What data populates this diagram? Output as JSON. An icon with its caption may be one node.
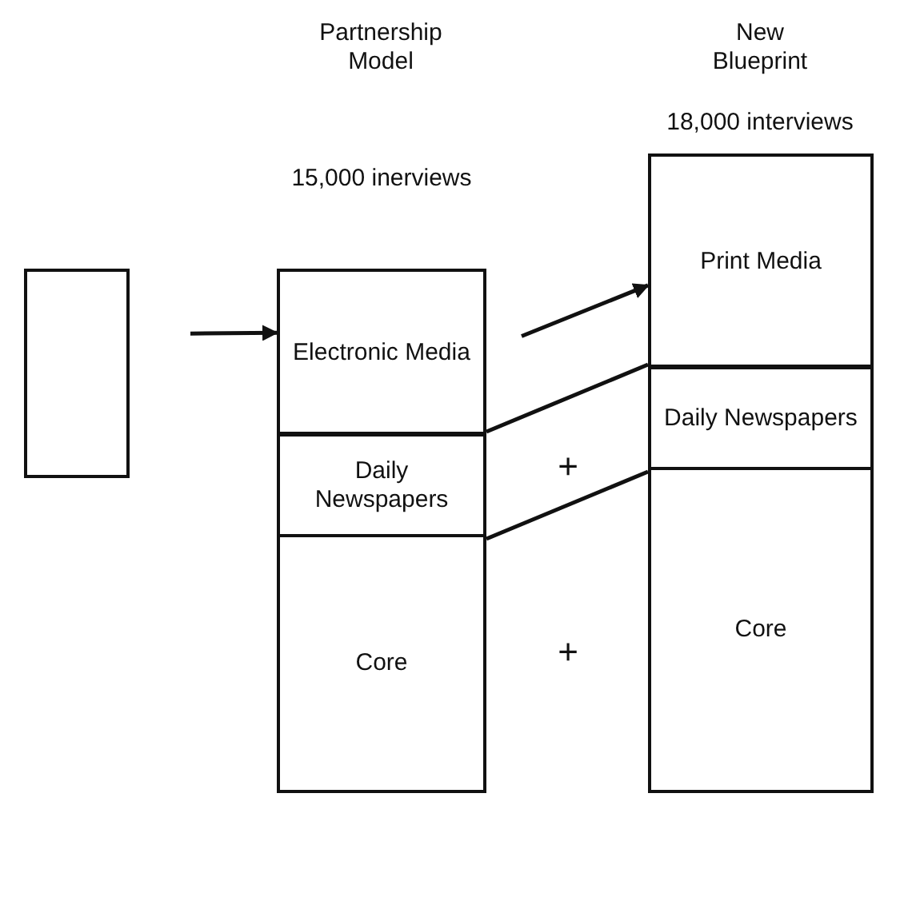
{
  "diagram": {
    "nodes": [
      {
        "text": [],
        "shape": "box"
      },
      {
        "text": [
          "Electronic Media"
        ]
      },
      {
        "text": [
          "Daily Newspapers"
        ]
      },
      {
        "text": [
          "Core"
        ]
      },
      {
        "text": [
          "Print Media"
        ]
      },
      {
        "text": [
          "Daily Newspapers"
        ]
      },
      {
        "text": [
          "Core"
        ]
      }
    ],
    "edges": [
      {
        "from": 0,
        "to": 1,
        "arrow": "to"
      },
      {
        "from": 1,
        "to": 4,
        "arrow": "to"
      },
      {
        "from": 2,
        "to": 5,
        "arrow": "none"
      },
      {
        "from": 2,
        "to": 5,
        "arrow": "none"
      }
    ],
    "labels": [
      "Partnership Model",
      "New Blueprint",
      "18,000 interviews",
      "15,000 inerviews",
      "+",
      "+"
    ]
  }
}
